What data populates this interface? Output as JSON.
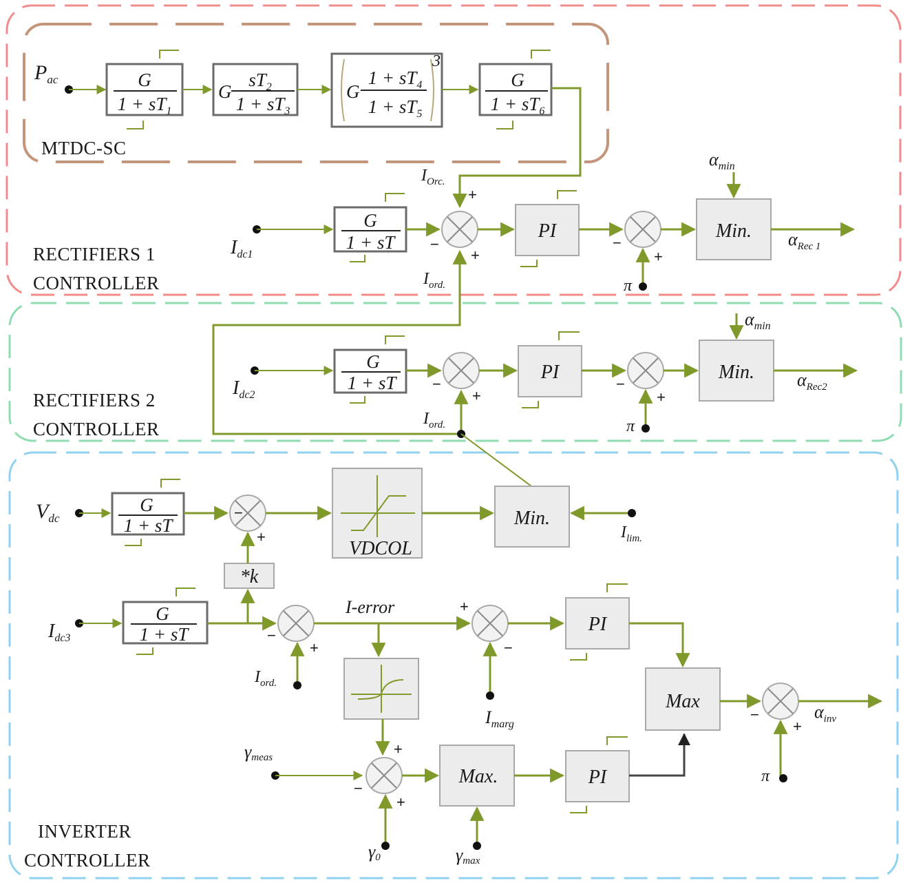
{
  "colors": {
    "rectifier1_border": "#f28b8b",
    "rectifier2_border": "#8fdcb0",
    "inverter_border": "#8fd1f0",
    "mtdc_border": "#c4957a",
    "signal_line": "#7f9a2a"
  },
  "sections": {
    "mtdc": "MTDC-SC",
    "rect1_line1": "RECTIFIERS 1",
    "rect1_line2": "CONTROLLER",
    "rect2_line1": "RECTIFIERS 2",
    "rect2_line2": "CONTROLLER",
    "inv_line1": "INVERTER",
    "inv_line2": "CONTROLLER"
  },
  "mtdc": {
    "input": "P",
    "input_sub": "ac",
    "tf1": {
      "num": "G",
      "den": "1 + sT",
      "den_sub": "1"
    },
    "tf2": {
      "gain": "G",
      "num": "sT",
      "num_sub": "2",
      "den": "1 + sT",
      "den_sub": "3"
    },
    "tf3": {
      "gain": "G",
      "num": "1 + sT",
      "num_sub": "4",
      "den": "1 + sT",
      "den_sub": "5",
      "power": "3"
    },
    "tf4": {
      "num": "G",
      "den": "1 + sT",
      "den_sub": "6"
    }
  },
  "rect1": {
    "input": "I",
    "input_sub": "dc1",
    "filter": {
      "num": "G",
      "den": "1 + sT"
    },
    "i_ord_ref": "I",
    "i_ord_ref_sub": "Orc.",
    "i_ord": "I",
    "i_ord_sub": "ord.",
    "pi": "PI",
    "pi_sym": "π",
    "min_block": "Min.",
    "alpha_min": "α",
    "alpha_min_sub": "min",
    "output": "α",
    "output_sub": "Rec 1"
  },
  "rect2": {
    "input": "I",
    "input_sub": "dc2",
    "filter": {
      "num": "G",
      "den": "1 + sT"
    },
    "i_ord": "I",
    "i_ord_sub": "ord.",
    "pi": "PI",
    "pi_sym": "π",
    "min_block": "Min.",
    "alpha_min": "α",
    "alpha_min_sub": "min",
    "output": "α",
    "output_sub": "Rec2"
  },
  "inv": {
    "vdc": "V",
    "vdc_sub": "dc",
    "vdc_filter": {
      "num": "G",
      "den": "1 + sT"
    },
    "vdcol": "VDCOL",
    "min_block": "Min.",
    "i_lim": "I",
    "i_lim_sub": "lim.",
    "k_block": "*k",
    "idc3": "I",
    "idc3_sub": "dc3",
    "idc3_filter": {
      "num": "G",
      "den": "1 + sT"
    },
    "i_error": "I-error",
    "i_ord": "I",
    "i_ord_sub": "ord.",
    "i_marg": "I",
    "i_marg_sub": "marg",
    "pi_top": "PI",
    "pi_bottom": "PI",
    "max_block": "Max",
    "max_block2": "Max.",
    "gamma_meas": "γ",
    "gamma_meas_sub": "meas",
    "gamma_0": "γ",
    "gamma_0_sub": "0",
    "gamma_max": "γ",
    "gamma_max_sub": "max",
    "pi_sym": "π",
    "output": "α",
    "output_sub": "inv"
  },
  "signs": {
    "plus": "+",
    "minus": "−"
  }
}
